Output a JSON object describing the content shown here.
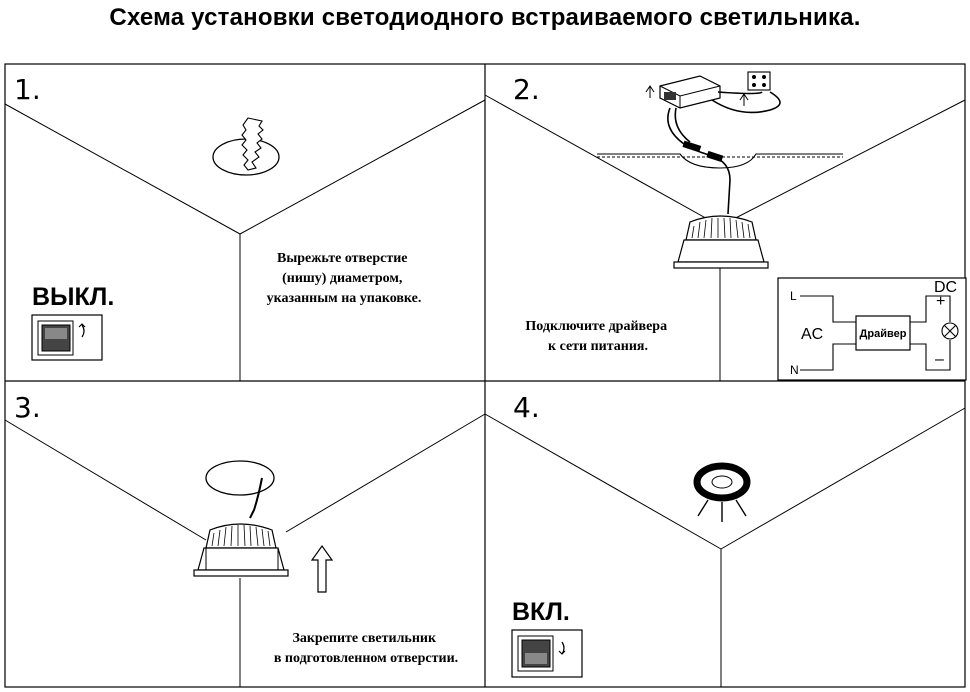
{
  "title": "Схема установки светодиодного встраиваемого светильника.",
  "steps": [
    {
      "number": "1.",
      "instruction": [
        "Вырежьте отверстие",
        "(нишу) диаметром,",
        "указанным на упаковке."
      ],
      "switch_label": "ВЫКЛ."
    },
    {
      "number": "2.",
      "instruction": [
        "Подключите драйвера",
        "к сети питания."
      ]
    },
    {
      "number": "3.",
      "instruction": [
        "Закрепите светильник",
        "в подготовленном отверстии."
      ]
    },
    {
      "number": "4.",
      "switch_label": "ВКЛ."
    }
  ],
  "wiring": {
    "l_label": "L",
    "n_label": "N",
    "ac_label": "AC",
    "dc_label": "DC",
    "plus_label": "+",
    "minus_label": "–",
    "driver_label": "Драйвер"
  }
}
